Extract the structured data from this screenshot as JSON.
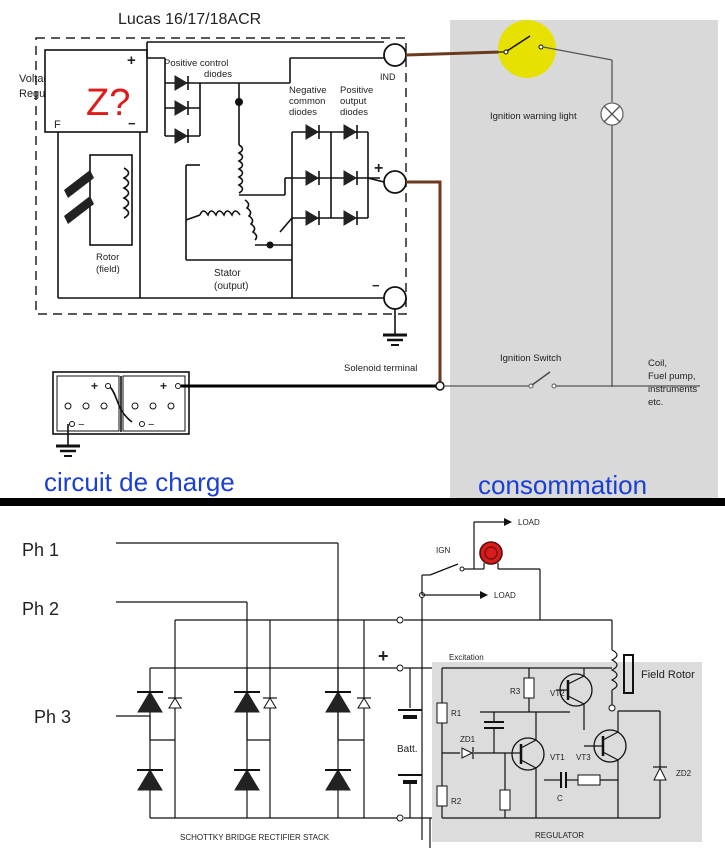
{
  "top": {
    "title": "Lucas 16/17/18ACR",
    "voltage_regulator": "Voltage\nRegulator",
    "vr_plus": "+",
    "vr_minus": "−",
    "vr_f": "F",
    "vr_z": "Z?",
    "positive_control_diodes": "Positive control\ndiodes",
    "negative_common_diodes": "Negative\ncommon\ndiodes",
    "positive_output_diodes": "Positive\noutput\ndiodes",
    "ind": "IND",
    "plus_terminal": "+",
    "minus_terminal": "−",
    "rotor": "Rotor\n(field)",
    "stator": "Stator\n(output)",
    "solenoid_terminal": "Solenoid terminal",
    "ignition_warning_light": "Ignition warning light",
    "ignition_switch": "Ignition Switch",
    "coil_note": "Coil,\nFuel pump,\ninstruments\netc.",
    "battery_plus_1": "+",
    "battery_plus_2": "+",
    "battery_minus_1": "−",
    "battery_minus_2": "−",
    "circuit_de_charge": "circuit de charge",
    "consommation": "consommation",
    "colors": {
      "consumer_panel": "#d9d9d9",
      "french_label": "#1a3fd4",
      "lamp_highlight": "#e6e100",
      "wire_brown": "#6b3a1c",
      "z_red": "#e01a1a"
    }
  },
  "bottom": {
    "ph1": "Ph 1",
    "ph2": "Ph 2",
    "ph3": "Ph 3",
    "load1": "LOAD",
    "load2": "LOAD",
    "ign": "IGN",
    "plus": "+",
    "batt": "Batt.",
    "excitation": "Excitation",
    "r1": "R1",
    "r2": "R2",
    "r3": "R3",
    "zd1": "ZD1",
    "zd2": "ZD2",
    "vt1": "VT1",
    "vt2": "VT2",
    "vt3": "VT3",
    "c": "C",
    "field_rotor": "Field Rotor",
    "rectifier_caption": "SCHOTTKY BRIDGE RECTIFIER STACK",
    "regulator_caption": "REGULATOR",
    "colors": {
      "regulator_panel": "#dcdcdc",
      "lamp_red": "#d81c1c"
    }
  }
}
